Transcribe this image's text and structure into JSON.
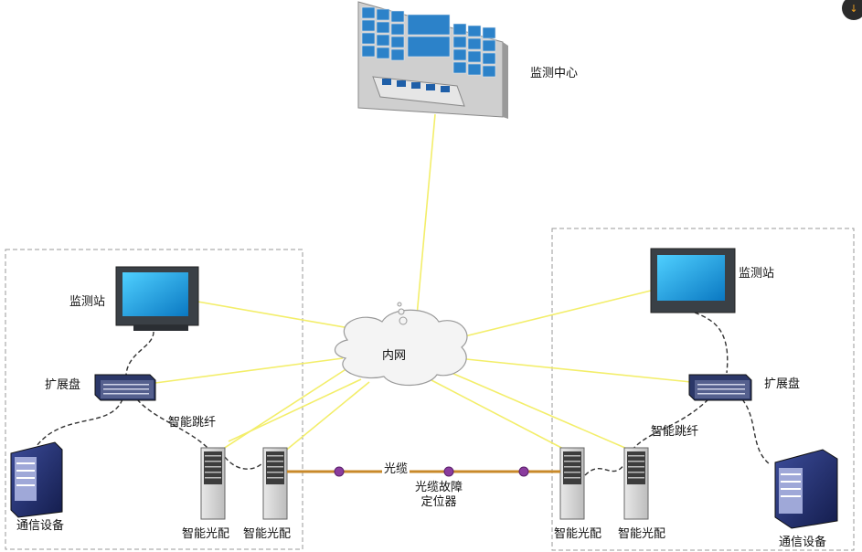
{
  "labels": {
    "center": "监测中心",
    "network": "内网",
    "left_station": "监测站",
    "left_expansion": "扩展盘",
    "left_jumper": "智能跳纤",
    "left_comm": "通信设备",
    "left_odf1": "智能光配",
    "left_odf2": "智能光配",
    "right_station": "监测站",
    "right_expansion": "扩展盘",
    "right_jumper": "智能跳纤",
    "right_comm": "通信设备",
    "right_odf1": "智能光配",
    "right_odf2": "智能光配",
    "cable": "光缆",
    "locator": "光缆故障\n定位器"
  },
  "colors": {
    "link_yellow": "#f3ee6a",
    "cable_orange": "#c8892a",
    "node_purple": "#8a3c9e",
    "monitor_blue": "#1aa7e6",
    "device_navy": "#23306e",
    "dashed_border": "#9a9a9a"
  },
  "icons": {
    "badge": "download-arrow-icon"
  }
}
